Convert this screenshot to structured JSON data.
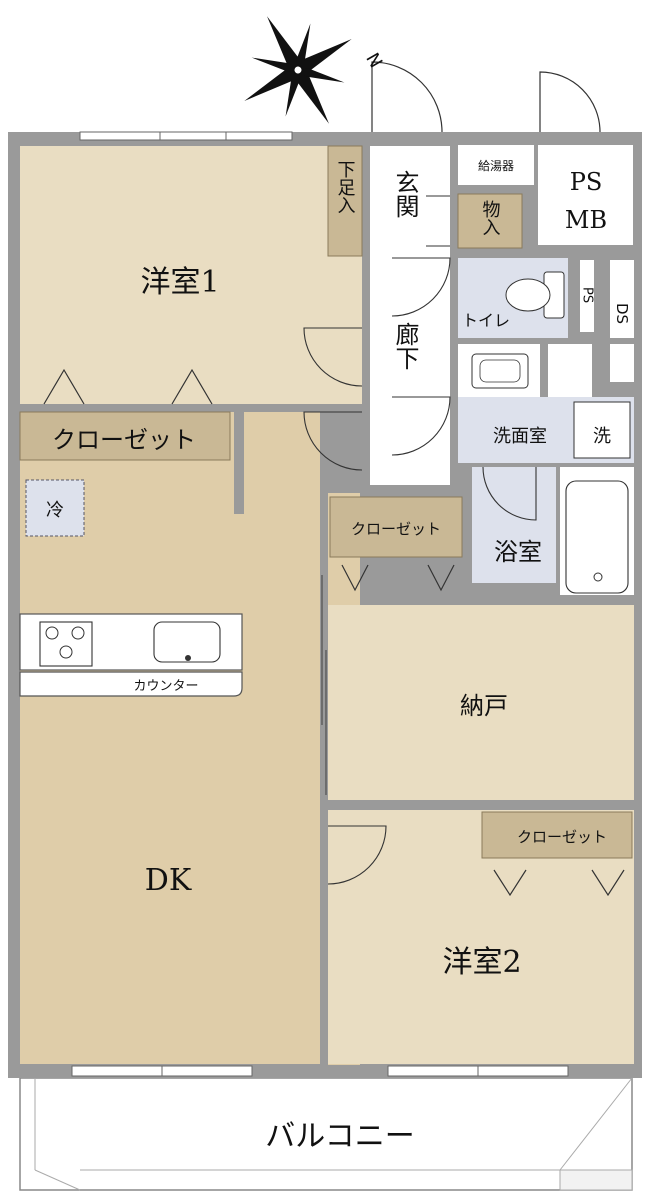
{
  "compass": {
    "north_label": "N"
  },
  "rooms": {
    "western1": "洋室1",
    "western2": "洋室2",
    "dk": "DK",
    "storage": "納戸",
    "balcony": "バルコニー",
    "entrance": "玄関",
    "hallway": "廊下",
    "shoe_storage": "下足入",
    "closet_small": "物入",
    "toilet": "トイレ",
    "washroom": "洗面室",
    "washer": "洗",
    "bath": "浴室",
    "water_heater": "給湯器",
    "ps_mb": [
      "PS",
      "MB"
    ],
    "ps": "PS",
    "ds": "DS",
    "fridge": "冷",
    "counter": "カウンター"
  },
  "closets": {
    "western1": "クローゼット",
    "storage": "クローゼット",
    "western2": "クローゼット"
  },
  "colors": {
    "floor": "#e9ddc2",
    "dk_floor": "#dfcda9",
    "wet_area": "#dde1ec",
    "closet": "#c9b895",
    "wall": "#9a9a9a",
    "wall_dark": "#6e6e6e"
  }
}
